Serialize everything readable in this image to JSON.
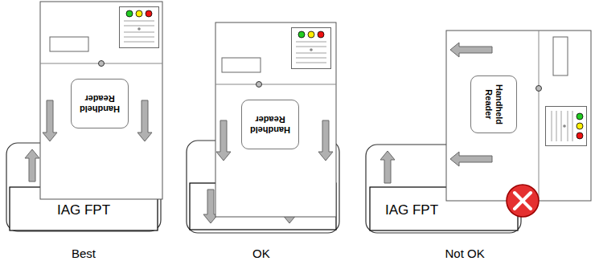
{
  "diagram": {
    "nodes": [
      {
        "text": [
          "IAG FPT"
        ]
      },
      {
        "text": [
          "Handheld Reader"
        ]
      },
      {
        "text": [
          "Handheld Reader"
        ]
      },
      {
        "text": [
          "IAG FPT"
        ]
      },
      {
        "text": [
          "Handheld Reader"
        ]
      }
    ],
    "labels": [
      "Best",
      "OK",
      "Not OK"
    ]
  }
}
